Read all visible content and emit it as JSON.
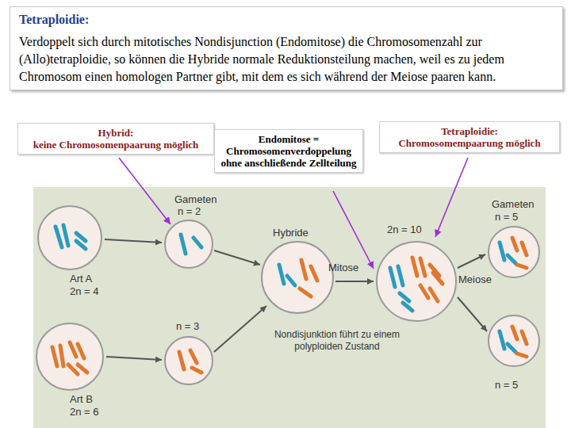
{
  "diagram": {
    "title": "Tetraploidie:",
    "nodes": [
      {
        "text": [
          "Hybrid:",
          "keine Chromosomenpaarung möglich"
        ]
      },
      {
        "text": [
          "Endomitose = Chromosomenverdoppelung ohne anschließende Zellteilung"
        ]
      },
      {
        "text": [
          "Tetraploidie:",
          "Chromosomempaarung möglich"
        ]
      }
    ],
    "labels": [
      "Verdoppelt sich durch mitotisches Nondisjunction (Endomitose) die Chromosomenzahl zur (Allo)tetraploidie, so können die Hybride normale Reduktionsteilung machen, weil es zu jedem Chromosom einen homologen Partner gibt, mit dem es sich während der Meiose paaren kann.",
      "Gameten",
      "n = 2",
      "Art A",
      "2n = 4",
      "n = 3",
      "Art B",
      "2n = 6",
      "Hybride",
      "Mitose",
      "2n = 10",
      "Gameten",
      "n = 5",
      "Meiose",
      "n = 5",
      "Nondisjunktion führt zu einem polyploiden Zustand"
    ]
  }
}
